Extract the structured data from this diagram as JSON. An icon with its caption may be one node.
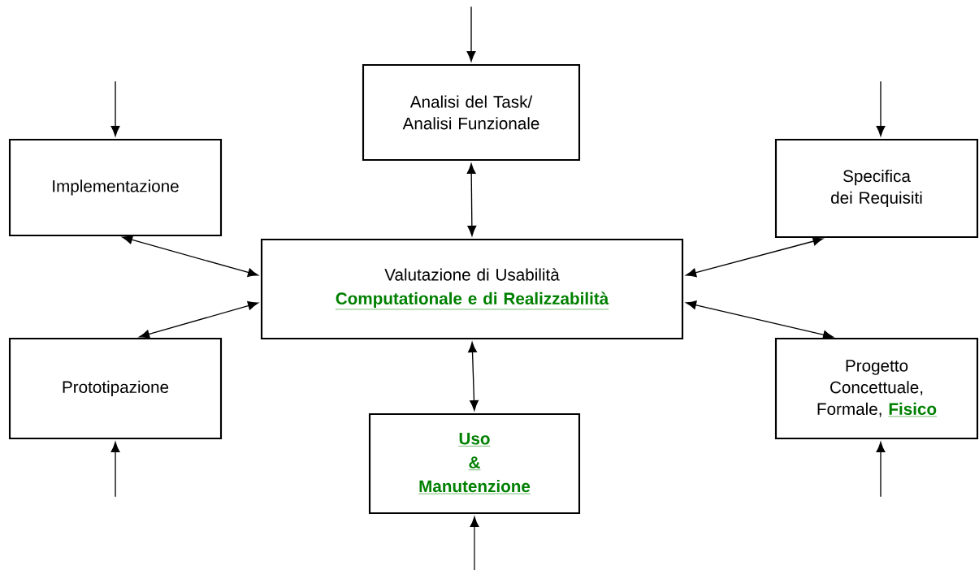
{
  "diagram": {
    "nodes": [
      {
        "text": [
          "Analisi del Task/ Analisi Funzionale"
        ]
      },
      {
        "text": [
          "Implementazione"
        ]
      },
      {
        "text": [
          "Specifica dei Requisiti"
        ]
      },
      {
        "text": [
          "Valutazione di Usabilità",
          "Computationale e di Realizzabilità"
        ]
      },
      {
        "text": [
          "Prototipazione"
        ]
      },
      {
        "text": [
          "Progetto Concettuale, Formale,",
          "Fisico"
        ]
      },
      {
        "text": [
          "Uso",
          "&",
          "Manutenzione"
        ]
      }
    ],
    "edges": [
      {
        "from": null,
        "to": 0,
        "arrow": "to"
      },
      {
        "from": null,
        "to": 1,
        "arrow": "to"
      },
      {
        "from": null,
        "to": 2,
        "arrow": "to"
      },
      {
        "from": 3,
        "to": 0,
        "arrow": "both"
      },
      {
        "from": 3,
        "to": 1,
        "arrow": "both"
      },
      {
        "from": 3,
        "to": 2,
        "arrow": "both"
      },
      {
        "from": 3,
        "to": 4,
        "arrow": "both"
      },
      {
        "from": 3,
        "to": 5,
        "arrow": "both"
      },
      {
        "from": 3,
        "to": 6,
        "arrow": "both"
      },
      {
        "from": null,
        "to": 4,
        "arrow": "to"
      },
      {
        "from": null,
        "to": 5,
        "arrow": "to"
      },
      {
        "from": null,
        "to": 6,
        "arrow": "to"
      }
    ]
  }
}
